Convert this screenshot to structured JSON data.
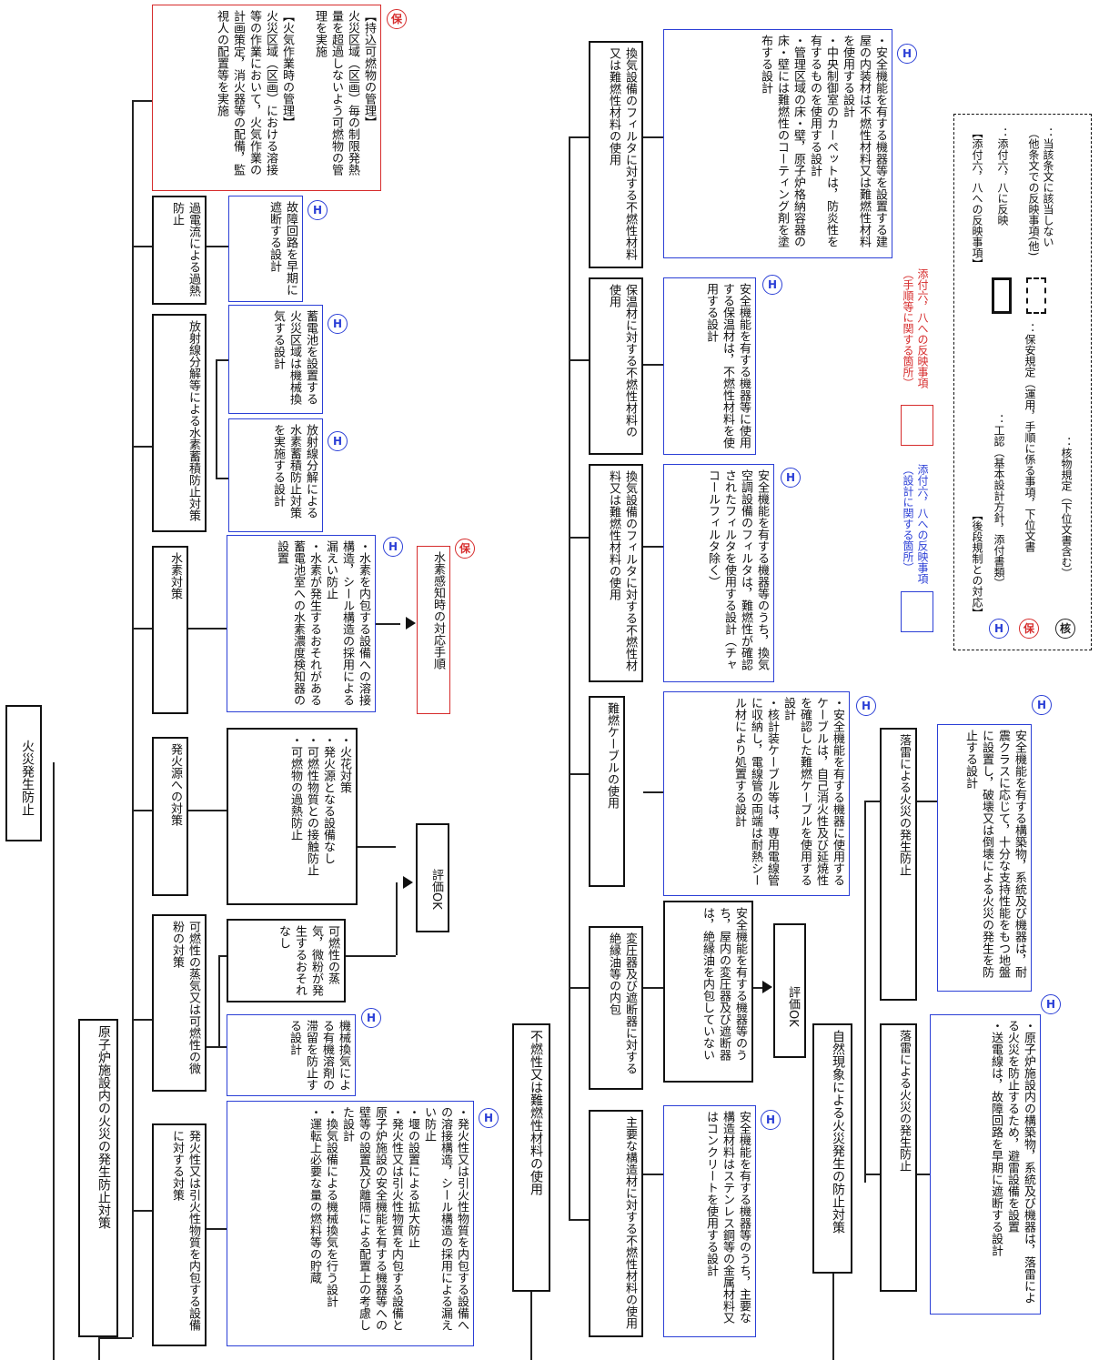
{
  "root": "火災発生防止",
  "branch1": "原子炉施設内の火災の発生防止対策",
  "branch2": "不燃性又は難燃性材料の使用",
  "branch3": "自然現象による火災発生の防止対策",
  "b1": {
    "c1": "発火性又は引火性物質を内包する設備に対する対策",
    "c1_box": "・発火性又は引火性物質を内包する設備への溶接構造，シール構造の採用による漏えい防止\n・堰の設置による拡大防止\n・発火性又は引火性物質を内包する設備と原子炉施設の安全機能を有する機器等への壁等の設置及び離隔による配置上の考慮した設計\n・換気設備による機械換気を行う設計\n・運転上必要な量の燃料等の貯蔵",
    "c2": "可燃性の蒸気又は可燃性の微粉の対策",
    "c2_box_a": "機械換気による有機溶剤の滞留を防止する設計",
    "c2_box_b": "可燃性の蒸気，微粉が発生するおそれなし",
    "c3": "発火源への対策",
    "c3_box": "・火花対策\n・発火源となる設備なし\n・可燃性物質との接触防止\n・可燃物の過熱防止",
    "eval_ok": "評価OK",
    "c4": "水素対策",
    "c4_box": "・水素を内包する設備への溶接構造，シール構造の採用による漏えい防止\n・水素が発生するおそれがある蓄電池室への水素濃度検知器の設置",
    "c4_red": "水素感知時の対応手順",
    "c5": "放射線分解等による水素蓄積防止対策",
    "c5_box_a": "放射線分解による水素蓄積防止対策を実施する設計",
    "c5_box_b": "蓄電池を設置する火災区域は機械換気する設計",
    "c6": "過電流による過熱防止",
    "c6_box": "故障回路を早期に遮断する設計",
    "c7_red": "【持込可燃物の管理】\n火災区域（区画）毎の制限発熱量を超過しないよう可燃物の管理を実施\n\n【火気作業時の管理】\n火災区域（区画）における溶接等の作業において，火気作業の計画策定，消火器等の配備，監視人の配置等を実施"
  },
  "b2": {
    "c1": "主要な構造材に対する不燃性材料の使用",
    "c1_box": "安全機能を有する機器等のうち，主要な構造材料はステンレス鋼等の金属材料又はコンクリートを使用する設計",
    "c2": "変圧器及び遮断器に対する絶縁油等の内包",
    "c2_box": "安全機能を有する機器等のうち，屋内の変圧器及び遮断器は，絶縁油を内包していない",
    "c3": "難燃ケーブルの使用",
    "c3_box": "・安全機能を有する機器に使用するケーブルは，自己消火性及び延焼性を確認した難燃ケーブルを使用する設計\n・核計装ケーブル等は，専用電線管に収納し，電線管の両端は耐熱シール材により処置する設計",
    "c4": "換気設備のフィルタに対する不燃性材料又は難燃性材料の使用",
    "c4_box": "安全機能を有する機器等のうち，換気空調設備のフィルタは，難燃性が確認されたフィルタを使用する設計（チャコールフィルタ除く）",
    "c5": "保温材に対する不燃性材料の使用",
    "c5_box": "安全機能を有する機器等に使用する保温材は，不燃性材料を使用する設計",
    "c6": "換気設備のフィルタに対する不燃性材料又は難燃性材料の使用",
    "c6_box": "・安全機能を有する機器等を設置する建屋の内装材は不燃性材料又は難燃性材料を使用する設計\n・中央制御室のカーペットは，防炎性を有するものを使用する設計\n・管理区域の床・壁，原子炉格納容器の床・壁には難燃性のコーティング剤を塗布する設計"
  },
  "b3": {
    "c1": "落雷による火災の発生防止",
    "c1_box": "・原子炉施設内の構築物，系統及び機器は，落雷による火災を防止するため，避雷設備を設置\n・送電線は，故障回路を早期に遮断する設計",
    "c2": "落雷による火災の発生防止",
    "c2_box": "安全機能を有する構築物，系統及び機器は，耐震クラスに応じて，十分な支持性能をもつ地盤に設置し，破壊又は倒壊による火災の発生を防止する設計"
  },
  "markers": {
    "h": "H",
    "ho": "保",
    "kaku": "核"
  },
  "legend": {
    "blue_label": "添付六，八への反映事項\n（設計に関する箇所）",
    "red_label": "添付六，八への反映事項\n（手順等に関する箇所）",
    "key_title": "【添付六，八への反映事項】",
    "key_solid": "：添付六，八に反映",
    "key_dashed": "：当該条文に該当しない\n（他条文での反映事項(他)",
    "rel_title": "【後段規制との対応】",
    "rel_h": "：工認（基本設計方針，添付書類）",
    "rel_ho": "：保安規定（運用，手順に係る事項，下位文書",
    "rel_kaku": "：核物規定（下位文書含む）"
  }
}
